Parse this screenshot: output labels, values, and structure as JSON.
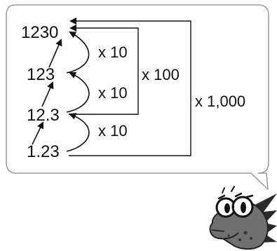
{
  "numbers": {
    "n1230": "1230",
    "n123": "123",
    "n12_3": "12.3",
    "n1_23": "1.23"
  },
  "multipliers": {
    "x10_a": "x 10",
    "x10_b": "x 10",
    "x10_c": "x 10",
    "x100": "x 100",
    "x1000": "x 1,000"
  },
  "mascot": {
    "icon": "dragon-mascot-icon"
  }
}
